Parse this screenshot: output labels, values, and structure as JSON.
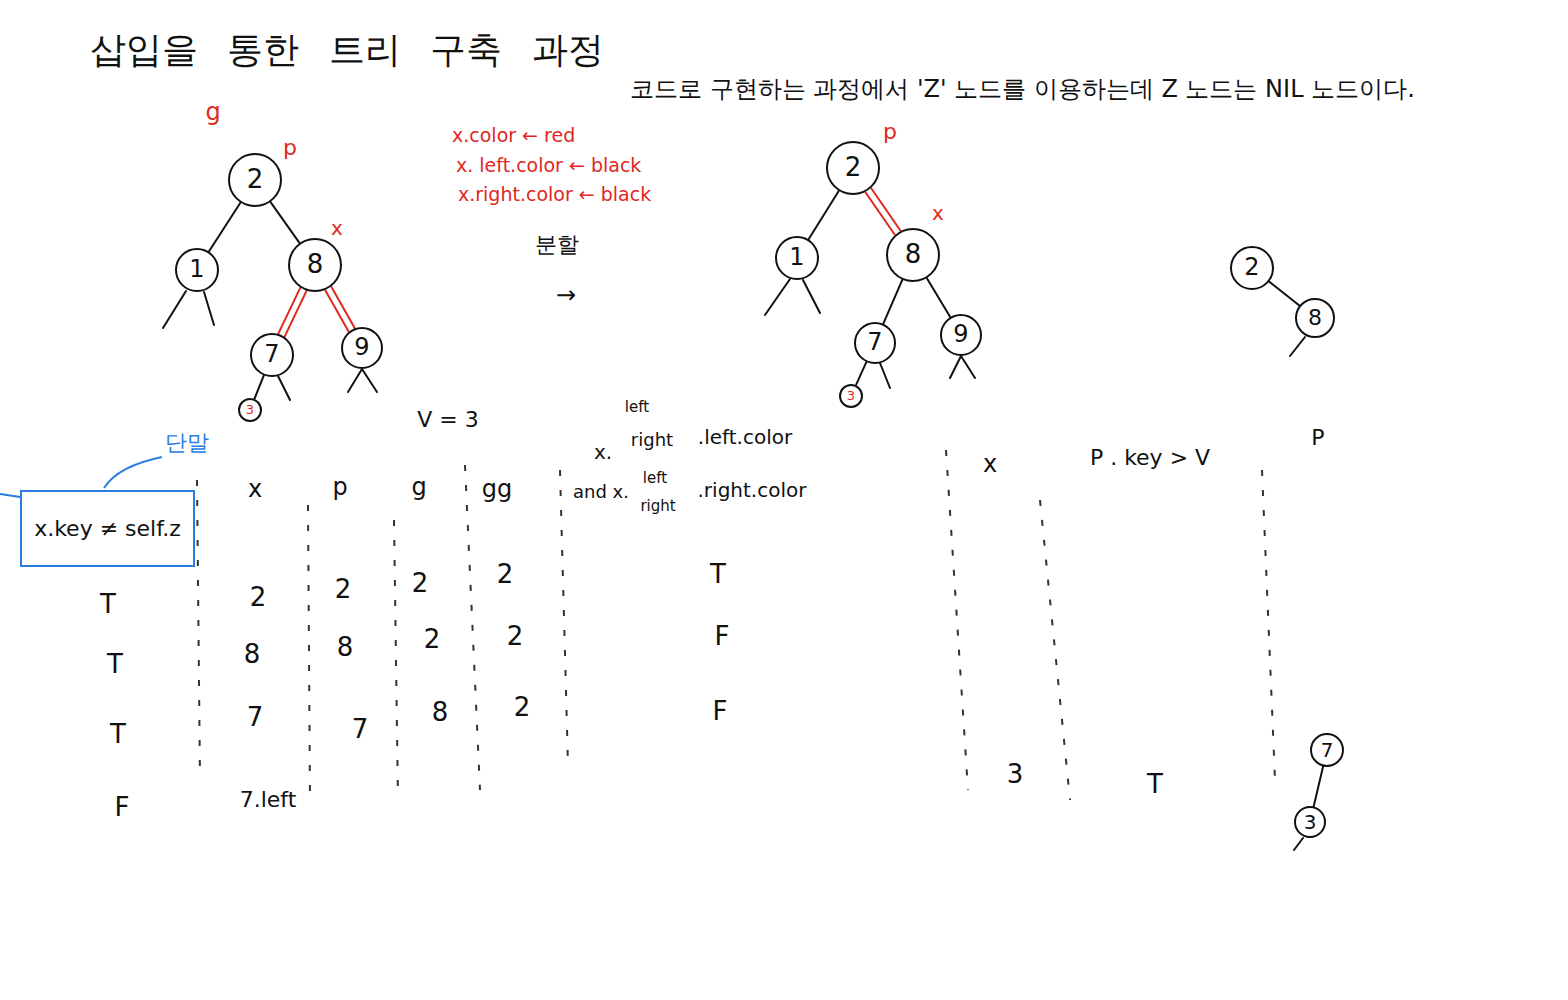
{
  "diagram": {
    "title": "삽입을 통한 트리 구축 과정",
    "nodes": [
      {
        "text": [
          "2"
        ]
      },
      {
        "text": [
          "1"
        ]
      },
      {
        "text": [
          "8"
        ]
      },
      {
        "text": [
          "7"
        ]
      },
      {
        "text": [
          "9"
        ]
      },
      {
        "text": [
          "3"
        ]
      },
      {
        "text": [
          "2"
        ]
      },
      {
        "text": [
          "1"
        ]
      },
      {
        "text": [
          "8"
        ]
      },
      {
        "text": [
          "7"
        ]
      },
      {
        "text": [
          "9"
        ]
      },
      {
        "text": [
          "3"
        ]
      },
      {
        "text": [
          "2"
        ]
      },
      {
        "text": [
          "8"
        ]
      },
      {
        "text": [
          "x.key ≠ self.z"
        ]
      },
      {
        "text": [
          "7"
        ]
      },
      {
        "text": [
          "3"
        ]
      }
    ],
    "edges": [
      {
        "from": 0,
        "to": 1,
        "arrow": "none"
      },
      {
        "from": 0,
        "to": 2,
        "arrow": "none"
      },
      {
        "from": 2,
        "to": 3,
        "arrow": "none"
      },
      {
        "from": 2,
        "to": 4,
        "arrow": "none"
      },
      {
        "from": 3,
        "to": 5,
        "arrow": "none"
      },
      {
        "from": 6,
        "to": 7,
        "arrow": "none"
      },
      {
        "from": 6,
        "to": 8,
        "arrow": "none"
      },
      {
        "from": 8,
        "to": 9,
        "arrow": "none"
      },
      {
        "from": 8,
        "to": 10,
        "arrow": "none"
      },
      {
        "from": 9,
        "to": 11,
        "arrow": "none"
      },
      {
        "from": 12,
        "to": 13,
        "arrow": "none"
      },
      {
        "from": 15,
        "to": 16,
        "arrow": "none"
      }
    ],
    "labels": [
      "코드로 구현하는 과정에서 'Z' 노드를 이용하는데 Z 노드는 NIL 노드이다.",
      "g",
      "p",
      "x",
      "x.color ← red",
      "x. left.color ← black",
      "x.right.color ← black",
      "분할",
      "→",
      "p",
      "x",
      "V = 3",
      "단말",
      "x",
      "p",
      "g",
      "gg",
      "left",
      "x.",
      "right",
      ".left.color",
      "and x.",
      "left",
      "right",
      ".right.color",
      "x",
      "P . key > V",
      "P",
      "T",
      "2",
      "2",
      "2",
      "2",
      "T",
      "T",
      "8",
      "8",
      "2",
      "2",
      "F",
      "T",
      "7",
      "7",
      "8",
      "2",
      "F",
      "F",
      "7.left",
      "3",
      "T"
    ]
  }
}
